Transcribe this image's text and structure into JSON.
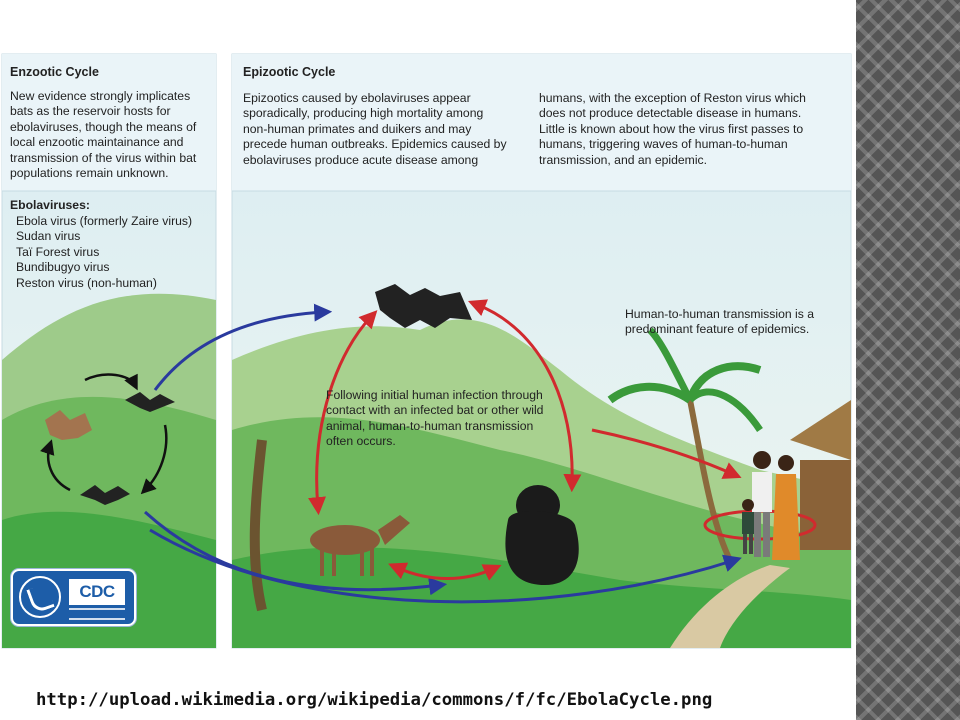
{
  "enzootic": {
    "title": "Enzootic Cycle",
    "description": [
      "New evidence strongly implicates",
      "bats as the reservoir hosts for",
      "ebolaviruses, though the means of",
      "local enzootic maintainance and",
      "transmission of the virus within bat",
      "populations remain unknown."
    ],
    "list_title": "Ebolaviruses:",
    "list": [
      "Ebola virus (formerly Zaire virus)",
      "Sudan virus",
      "Taï Forest virus",
      "Bundibugyo virus",
      "Reston virus (non-human)"
    ]
  },
  "epizootic": {
    "title": "Epizootic Cycle",
    "col1": [
      "Epizootics caused by ebolaviruses appear",
      "sporadically, producing high mortality among",
      "non-human primates and duikers and may",
      "precede human outbreaks. Epidemics caused by",
      "ebolaviruses produce acute disease among"
    ],
    "col2": [
      "humans, with the exception of Reston virus which",
      "does not produce detectable disease in humans.",
      "Little is known about how the virus first passes to",
      "humans, triggering waves of human-to-human",
      "transmission, and an epidemic."
    ],
    "human_note": [
      "Human-to-human transmission is a",
      "predominant feature of epidemics."
    ],
    "infection_note": [
      "Following initial human infection through",
      "contact with an infected bat or other wild",
      "animal, human-to-human transmission",
      "often occurs."
    ]
  },
  "logo": {
    "label": "CDC"
  },
  "source_url": "http://upload.wikimedia.org/wikipedia/commons/f/fc/EbolaCycle.png",
  "colors": {
    "header_band": "#eaf4f8",
    "sky": "#d6eaf2",
    "hill_far": "#9ecb8a",
    "grass": "#45a845",
    "arrow_blue": "#2a3a9e",
    "arrow_red": "#d12a2e",
    "cdc_blue": "#1d5da8"
  }
}
